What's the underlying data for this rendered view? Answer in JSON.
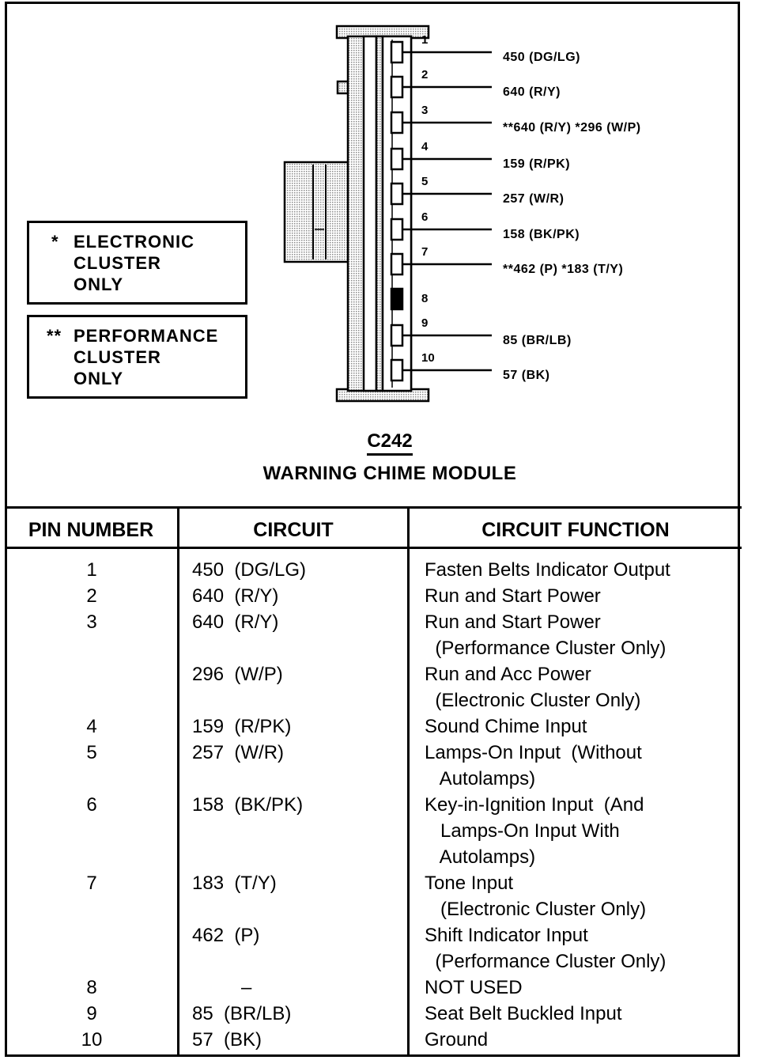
{
  "connector": {
    "id": "C242",
    "name": "WARNING CHIME MODULE",
    "pins": [
      {
        "pin": "1",
        "label": "450 (DG/LG)"
      },
      {
        "pin": "2",
        "label": "640 (R/Y)"
      },
      {
        "pin": "3",
        "label": "**640 (R/Y) *296 (W/P)"
      },
      {
        "pin": "4",
        "label": "159 (R/PK)"
      },
      {
        "pin": "5",
        "label": "257 (W/R)"
      },
      {
        "pin": "6",
        "label": "158 (BK/PK)"
      },
      {
        "pin": "7",
        "label": "**462 (P) *183 (T/Y)"
      },
      {
        "pin": "8",
        "label": ""
      },
      {
        "pin": "9",
        "label": "85 (BR/LB)"
      },
      {
        "pin": "10",
        "label": "57 (BK)"
      }
    ]
  },
  "notes": [
    {
      "mark": "*",
      "text": "ELECTRONIC\nCLUSTER\nONLY"
    },
    {
      "mark": "**",
      "text": "PERFORMANCE\nCLUSTER\nONLY"
    }
  ],
  "table": {
    "headers": [
      "PIN NUMBER",
      "CIRCUIT",
      "CIRCUIT FUNCTION"
    ],
    "rows": [
      {
        "pin": "1",
        "circuit": "450  (DG/LG)",
        "function": [
          "Fasten Belts Indicator Output"
        ]
      },
      {
        "pin": "2",
        "circuit": "640  (R/Y)",
        "function": [
          "Run and Start Power"
        ]
      },
      {
        "pin": "3",
        "circuit": "640  (R/Y)",
        "function": [
          "Run and Start Power",
          "  (Performance Cluster Only)"
        ]
      },
      {
        "pin": "",
        "circuit": "296  (W/P)",
        "function": [
          "Run and Acc Power",
          "  (Electronic Cluster Only)"
        ]
      },
      {
        "pin": "4",
        "circuit": "159  (R/PK)",
        "function": [
          "Sound Chime Input"
        ]
      },
      {
        "pin": "5",
        "circuit": "257  (W/R)",
        "function": [
          "Lamps-On Input  (Without",
          "   Autolamps)"
        ]
      },
      {
        "pin": "6",
        "circuit": "158  (BK/PK)",
        "function": [
          "Key-in-Ignition Input  (And",
          "   Lamps-On Input With",
          "   Autolamps)"
        ]
      },
      {
        "pin": "7",
        "circuit": "183  (T/Y)",
        "function": [
          "Tone Input",
          "   (Electronic Cluster Only)"
        ]
      },
      {
        "pin": "",
        "circuit": "462  (P)",
        "function": [
          "Shift Indicator Input",
          "  (Performance Cluster Only)"
        ]
      },
      {
        "pin": "8",
        "circuit": "–",
        "function": [
          "NOT USED"
        ]
      },
      {
        "pin": "9",
        "circuit": "85  (BR/LB)",
        "function": [
          "Seat Belt Buckled Input"
        ]
      },
      {
        "pin": "10",
        "circuit": "57  (BK)",
        "function": [
          "Ground"
        ]
      }
    ]
  }
}
